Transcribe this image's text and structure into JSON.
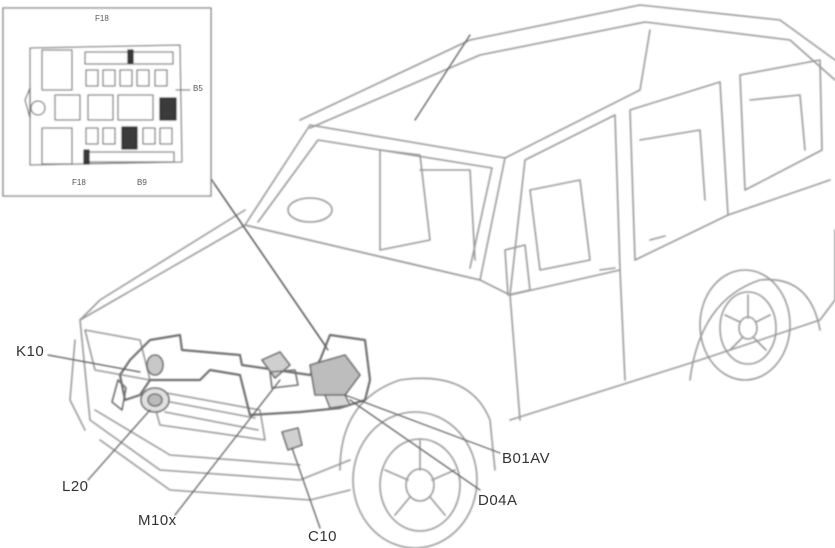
{
  "diagram": {
    "type": "vehicle-component-location",
    "inset": {
      "title": "fuse-relay-box",
      "labels": {
        "top": "F18",
        "right": "B5",
        "bottom_left": "F18",
        "bottom": "B9"
      }
    },
    "callouts": [
      {
        "id": "K10",
        "label": "K10"
      },
      {
        "id": "L20",
        "label": "L20"
      },
      {
        "id": "M10x",
        "label": "M10x"
      },
      {
        "id": "C10",
        "label": "C10"
      },
      {
        "id": "B01AV",
        "label": "B01AV"
      },
      {
        "id": "D04A",
        "label": "D04A"
      }
    ],
    "colors": {
      "line": "#9a9a9a",
      "dark_line": "#6f6f6f",
      "fill_dark": "#3a3a3a",
      "text": "#333333"
    }
  }
}
